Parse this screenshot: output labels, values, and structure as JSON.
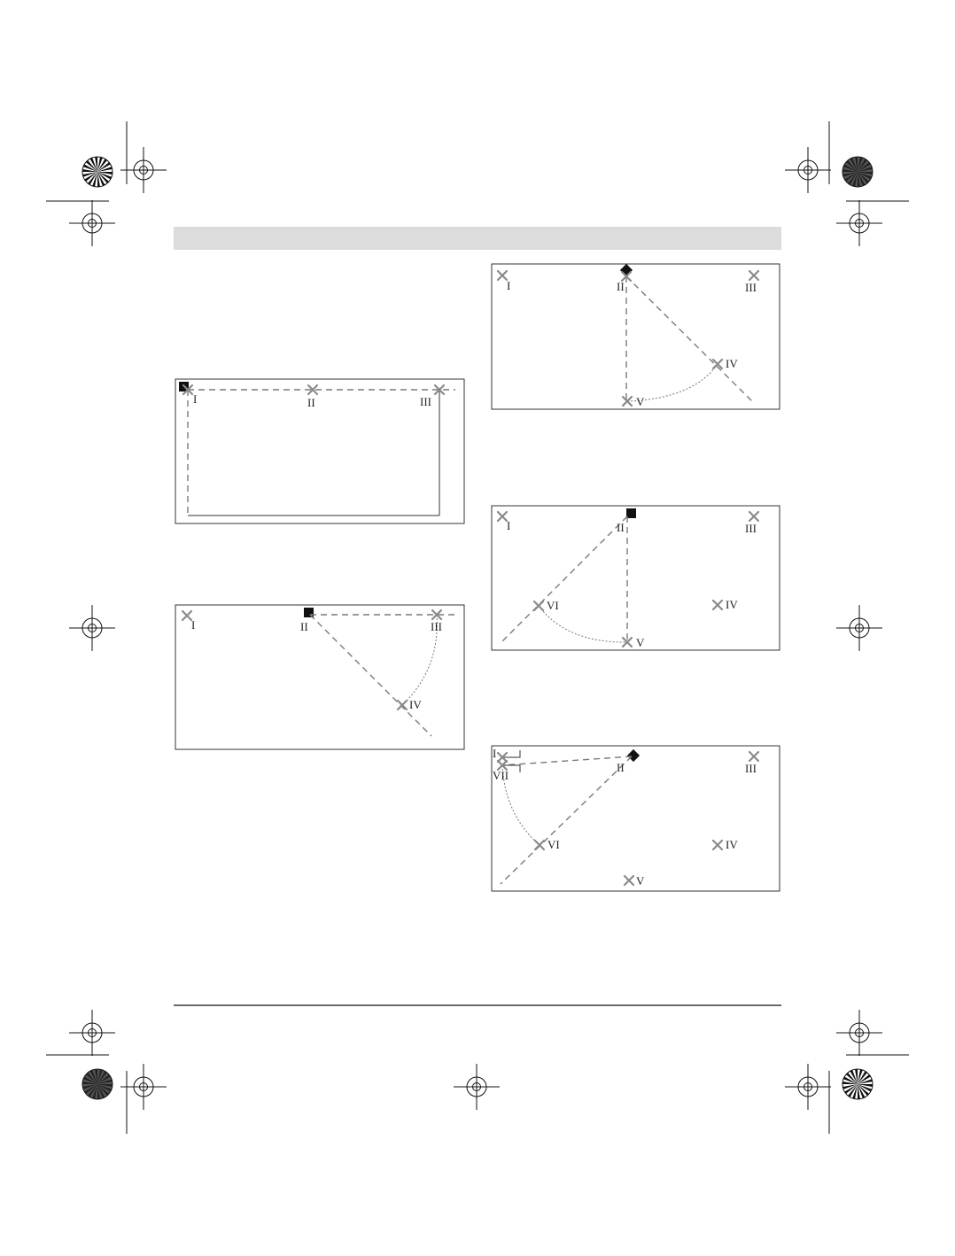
{
  "header_bar_color": "#dcdcdc",
  "marker_color": "#8a8a8a",
  "labels": {
    "I": "I",
    "II": "II",
    "III": "III",
    "IV": "IV",
    "V": "V",
    "VI": "VI",
    "VII": "VII"
  },
  "diagrams": [
    {
      "id": "fig1",
      "marks": [
        "I",
        "II",
        "III"
      ]
    },
    {
      "id": "fig2",
      "marks": [
        "I",
        "II",
        "III",
        "IV"
      ]
    },
    {
      "id": "fig3",
      "marks": [
        "I",
        "II",
        "III",
        "IV",
        "V"
      ]
    },
    {
      "id": "fig4",
      "marks": [
        "I",
        "II",
        "III",
        "IV",
        "V",
        "VI"
      ]
    },
    {
      "id": "fig5",
      "marks": [
        "I",
        "II",
        "III",
        "IV",
        "V",
        "VI",
        "VII"
      ]
    }
  ]
}
